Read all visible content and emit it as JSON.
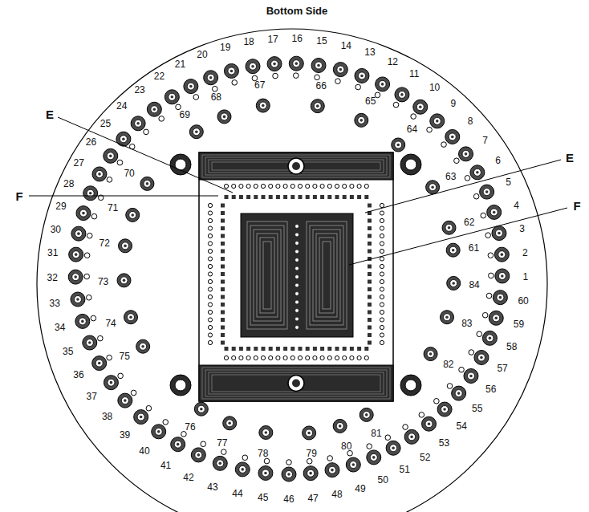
{
  "diagram": {
    "title": "Bottom Side",
    "labels": [
      "E",
      "F",
      "E",
      "F",
      "1",
      "2",
      "3",
      "4",
      "5",
      "6",
      "7",
      "8",
      "9",
      "10",
      "11",
      "12",
      "13",
      "14",
      "15",
      "16",
      "17",
      "18",
      "19",
      "20",
      "21",
      "22",
      "23",
      "24",
      "25",
      "26",
      "27",
      "28",
      "29",
      "30",
      "31",
      "32",
      "33",
      "34",
      "35",
      "36",
      "37",
      "38",
      "39",
      "40",
      "41",
      "42",
      "43",
      "44",
      "45",
      "46",
      "47",
      "48",
      "49",
      "50",
      "51",
      "52",
      "53",
      "54",
      "55",
      "56",
      "57",
      "58",
      "59",
      "60",
      "61",
      "62",
      "63",
      "64",
      "65",
      "66",
      "67",
      "68",
      "69",
      "70",
      "71",
      "72",
      "73",
      "74",
      "75",
      "76",
      "77",
      "78",
      "79",
      "80",
      "81",
      "82",
      "83",
      "84"
    ]
  }
}
